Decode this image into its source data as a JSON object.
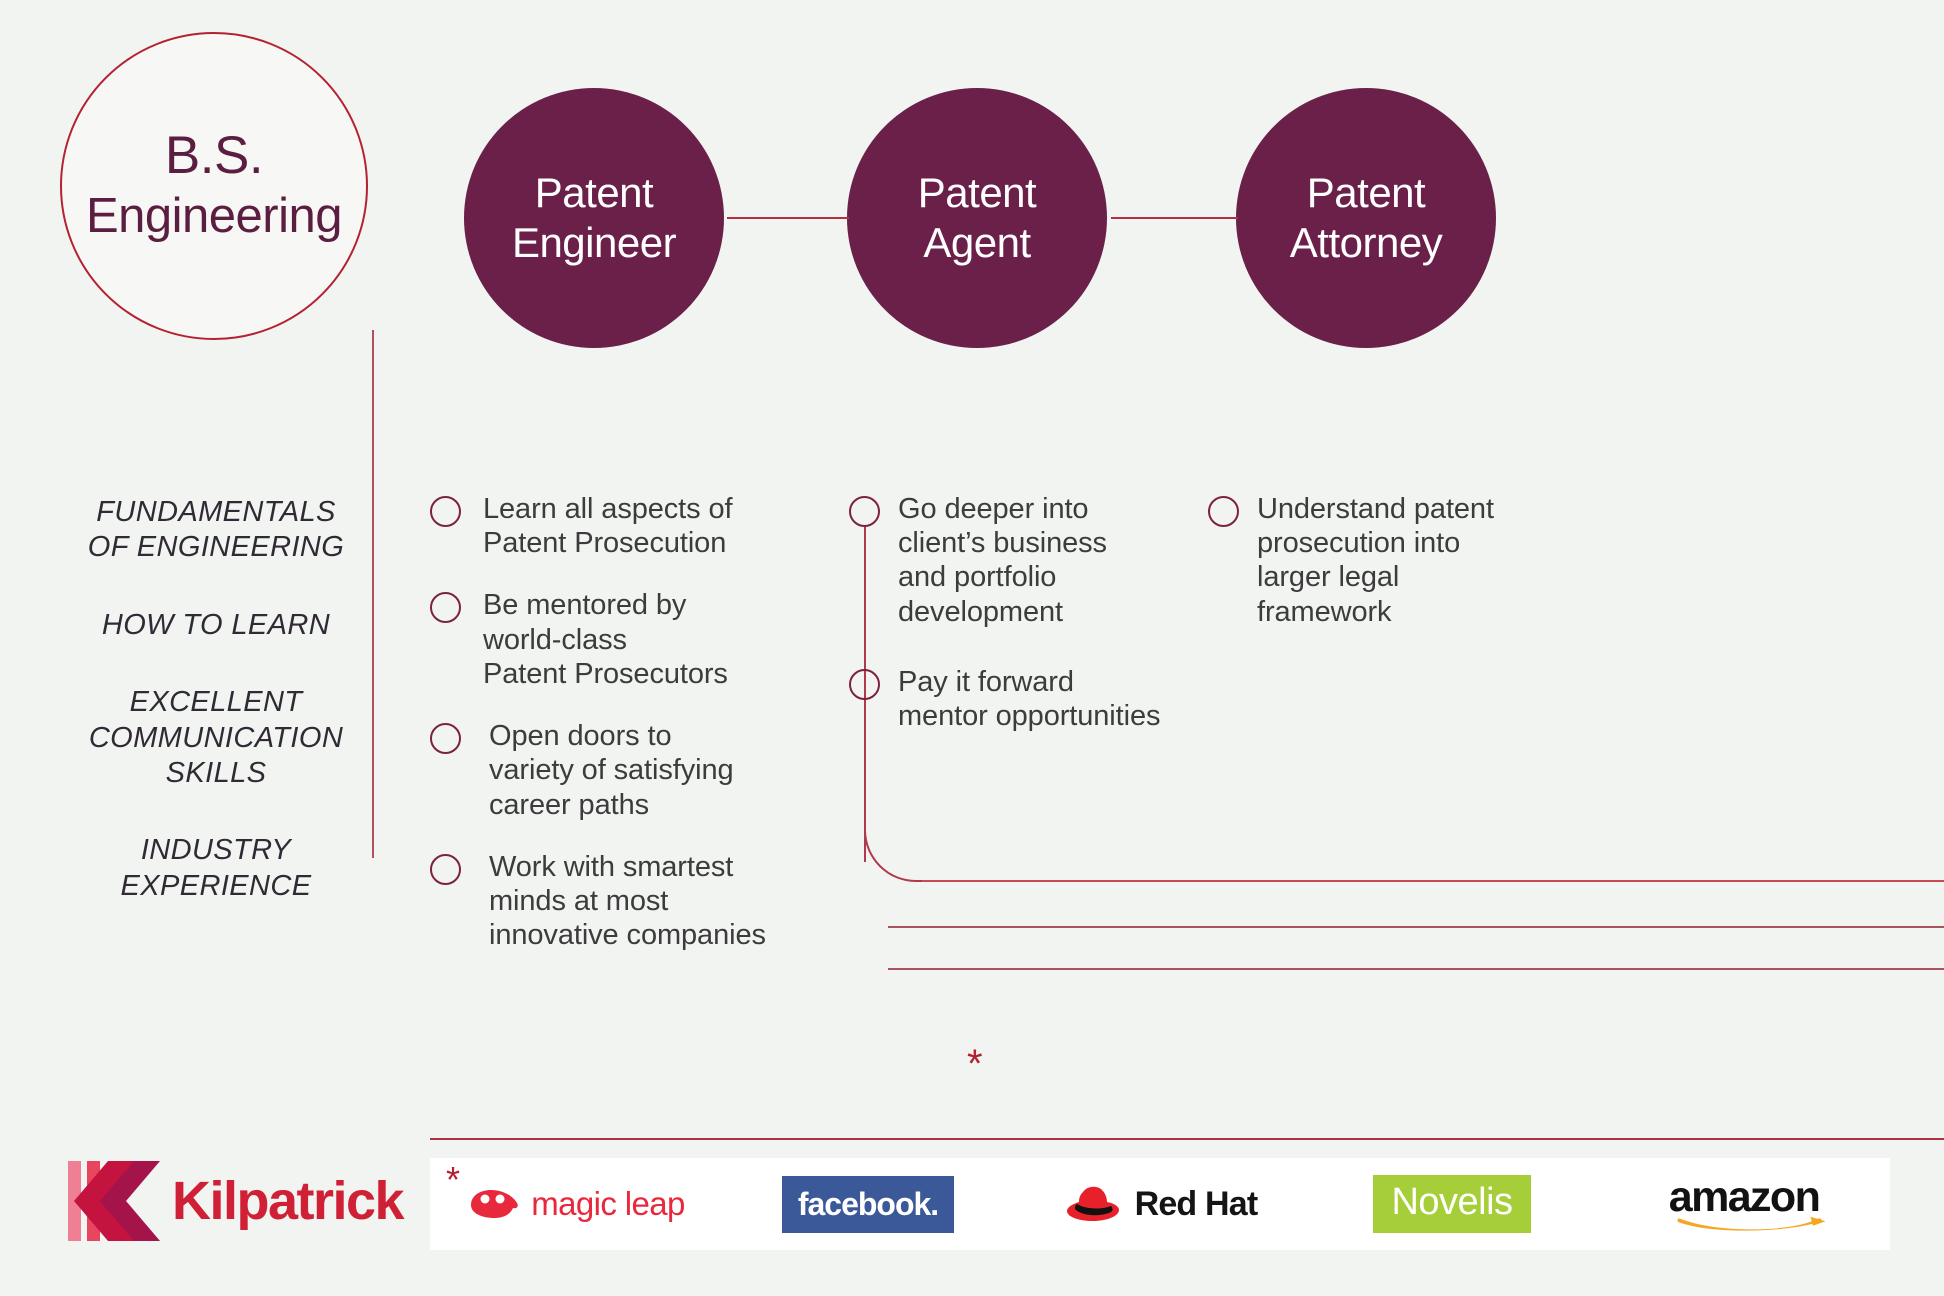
{
  "colors": {
    "background": "#f2f4f2",
    "plum": "#6a2049",
    "crimson": "#b3303f",
    "text_dark": "#3c3c3c",
    "kilpatrick_red": "#cf2035"
  },
  "degree": {
    "line1": "B.S.",
    "line2": "Engineering"
  },
  "skills": [
    "FUNDAMENTALS\nOF ENGINEERING",
    "HOW TO LEARN",
    "EXCELLENT\nCOMMUNICATION\nSKILLS",
    "INDUSTRY\nEXPERIENCE"
  ],
  "roles": [
    {
      "line1": "Patent",
      "line2": "Engineer"
    },
    {
      "line1": "Patent",
      "line2": "Agent"
    },
    {
      "line1": "Patent",
      "line2": "Attorney"
    }
  ],
  "columns": {
    "engineer": [
      "Learn all aspects of\nPatent Prosecution",
      "Be mentored by\nworld-class\nPatent Prosecutors",
      "Open doors to\nvariety of satisfying\ncareer paths",
      "Work with smartest\nminds at  most\ninnovative companies"
    ],
    "agent": [
      "Go deeper into\nclient’s business\nand portfolio\ndevelopment",
      "Pay it forward\nmentor opportunities"
    ],
    "attorney": [
      "Understand patent\nprosecution into\nlarger legal\nframework"
    ]
  },
  "footnote_marker": "*",
  "brand": {
    "wordmark": "Kilpatrick"
  },
  "company_logos": [
    {
      "name": "magic leap",
      "text": "magic leap",
      "color": "#e8283c"
    },
    {
      "name": "facebook",
      "text": "facebook.",
      "color": "#3b5998"
    },
    {
      "name": "Red Hat",
      "text": "Red Hat",
      "color": "#151515"
    },
    {
      "name": "Novelis",
      "text": "Novelis",
      "color": "#a6ce39"
    },
    {
      "name": "amazon",
      "text": "amazon",
      "color": "#121212"
    }
  ]
}
